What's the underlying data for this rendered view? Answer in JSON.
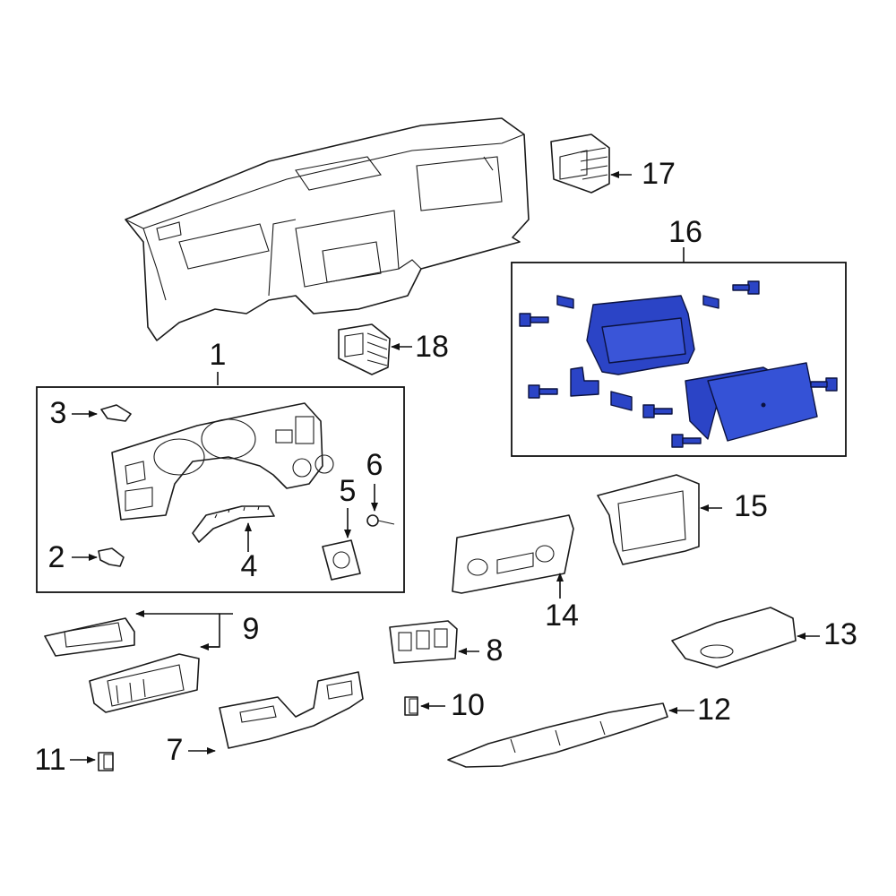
{
  "diagram": {
    "highlight_color": "#2b44c6",
    "line_color": "#1a1a1a",
    "callouts": {
      "c1": "1",
      "c2": "2",
      "c3": "3",
      "c4": "4",
      "c5": "5",
      "c6": "6",
      "c7": "7",
      "c8": "8",
      "c9": "9",
      "c10": "10",
      "c11": "11",
      "c12": "12",
      "c13": "13",
      "c14": "14",
      "c15": "15",
      "c16": "16",
      "c17": "17",
      "c18": "18"
    }
  }
}
